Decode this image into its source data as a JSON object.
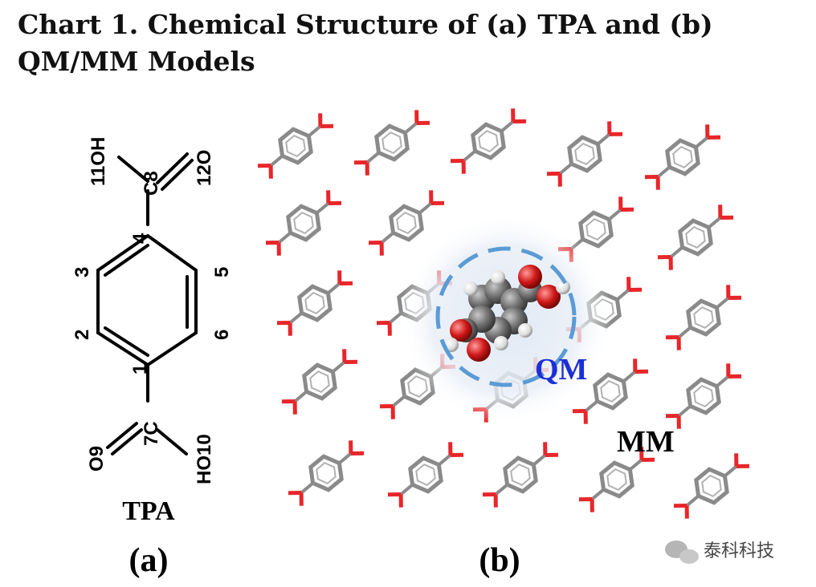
{
  "caption": {
    "text": "Chart 1. Chemical Structure of (a) TPA and (b) QM/MM Models"
  },
  "panel_a": {
    "panel_label": "(a)",
    "molecule_name": "TPA",
    "atom_labels": {
      "oh11": "11OH",
      "c8": "C8",
      "o12": "12O",
      "n4": "4",
      "n3": "3",
      "n5": "5",
      "n2": "2",
      "n6": "6",
      "n1": "1",
      "o9": "O9",
      "c7": "7C",
      "ho10": "HO10"
    }
  },
  "panel_b": {
    "panel_label": "(b)",
    "qm_label": "QM",
    "mm_label": "MM"
  },
  "watermark": {
    "text": "泰科科技"
  },
  "colors": {
    "qm_text": "#1d2fd6",
    "dashed_circle": "#5b9bd5",
    "oxygen": "#e8262a",
    "carbon": "#8a8a8a"
  }
}
